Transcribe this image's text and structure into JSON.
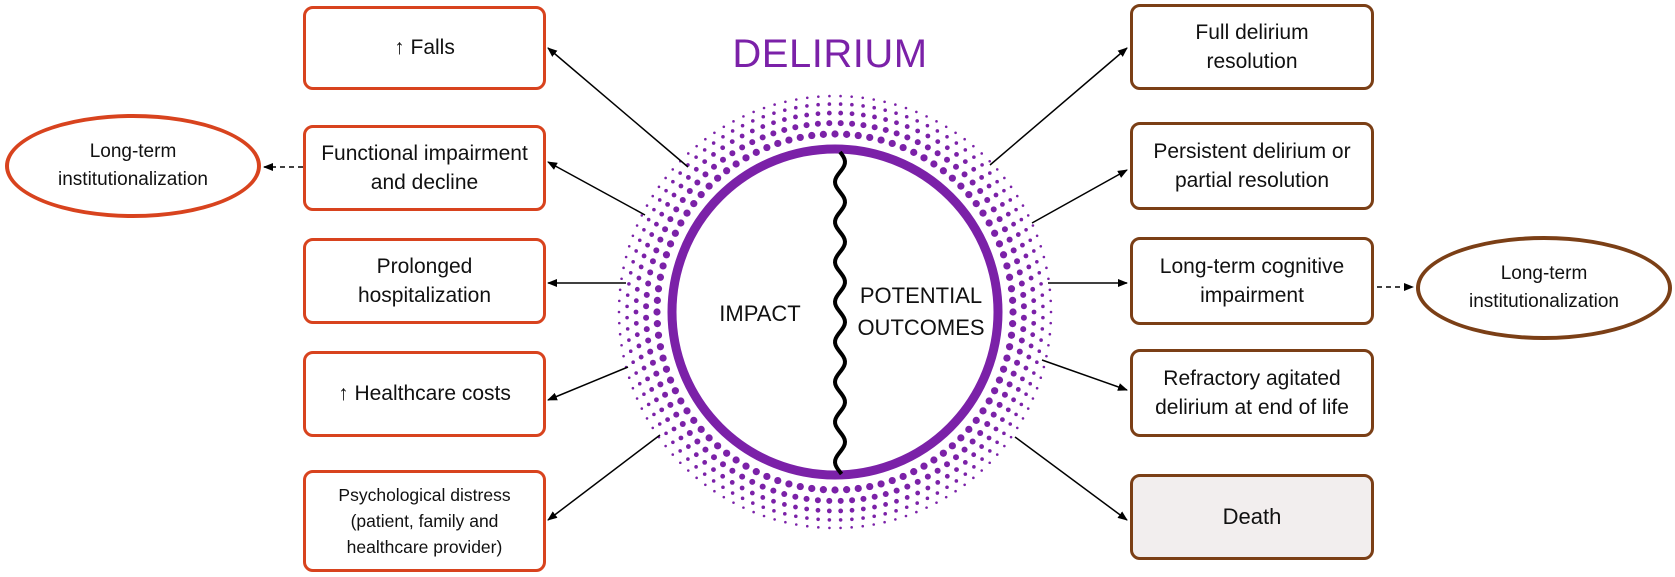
{
  "title": "DELIRIUM",
  "circle": {
    "left_label": "IMPACT",
    "right_label_line1": "POTENTIAL",
    "right_label_line2": "OUTCOMES",
    "accent_color": "#7b21a8"
  },
  "impacts": [
    {
      "lines": [
        "↑ Falls"
      ]
    },
    {
      "lines": [
        "Functional impairment",
        "and decline"
      ]
    },
    {
      "lines": [
        "Prolonged",
        "hospitalization"
      ]
    },
    {
      "lines": [
        "↑ Healthcare costs"
      ]
    },
    {
      "lines": [
        "Psychological distress",
        "(patient, family and",
        "healthcare provider)"
      ]
    }
  ],
  "outcomes": [
    {
      "lines": [
        "Full delirium",
        "resolution"
      ]
    },
    {
      "lines": [
        "Persistent delirium or",
        "partial resolution"
      ]
    },
    {
      "lines": [
        "Long-term cognitive",
        "impairment"
      ]
    },
    {
      "lines": [
        "Refractory agitated",
        "delirium at end of life"
      ]
    },
    {
      "lines": [
        "Death"
      ]
    }
  ],
  "left_oval": {
    "line1": "Long-term",
    "line2": "institutionalization"
  },
  "right_oval": {
    "line1": "Long-term",
    "line2": "institutionalization"
  },
  "colors": {
    "impact_border": "#d8431e",
    "outcome_border": "#7b3f16",
    "death_fill": "#f2eeee"
  }
}
